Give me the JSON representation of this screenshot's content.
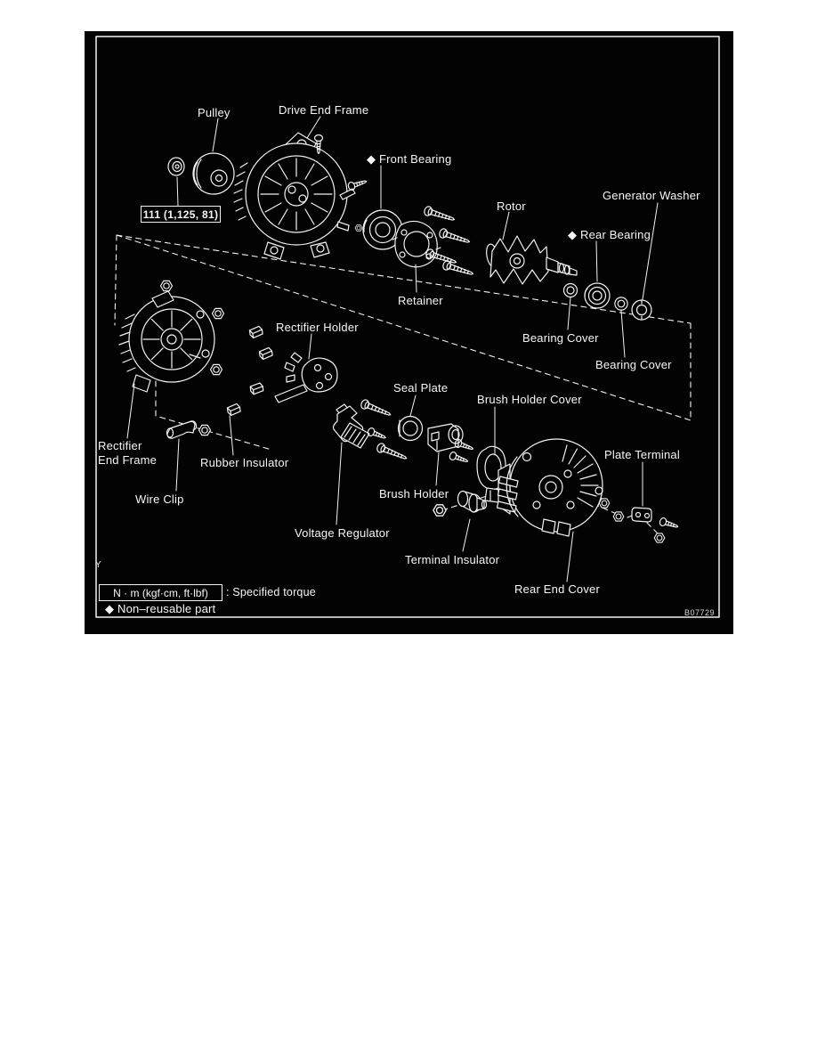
{
  "figure": {
    "figure_code": "B07729",
    "view_marker": "Y",
    "torque_value": "111 (1,125, 81)",
    "legend": {
      "torque_units": "N · m (kgf·cm, ft·lbf)",
      "torque_desc": ": Specified torque",
      "non_reusable": "◆ Non–reusable part"
    },
    "labels": {
      "pulley": "Pulley",
      "drive_end_frame": "Drive End Frame",
      "front_bearing": "◆ Front Bearing",
      "rotor": "Rotor",
      "generator_washer": "Generator Washer",
      "rear_bearing": "◆ Rear Bearing",
      "retainer": "Retainer",
      "bearing_cover_rear": "Bearing Cover",
      "bearing_cover_outer": "Bearing Cover",
      "rectifier_holder": "Rectifier Holder",
      "seal_plate": "Seal Plate",
      "brush_holder_cover": "Brush Holder Cover",
      "rectifier_end_frame_line1": "Rectifier",
      "rectifier_end_frame_line2": "End Frame",
      "rubber_insulator": "Rubber Insulator",
      "wire_clip": "Wire Clip",
      "brush_holder": "Brush Holder",
      "voltage_regulator": "Voltage Regulator",
      "terminal_insulator": "Terminal Insulator",
      "plate_terminal": "Plate Terminal",
      "rear_end_cover": "Rear End Cover"
    },
    "colors": {
      "page": "#ffffff",
      "background": "#030303",
      "line": "#f2f2f2"
    }
  }
}
